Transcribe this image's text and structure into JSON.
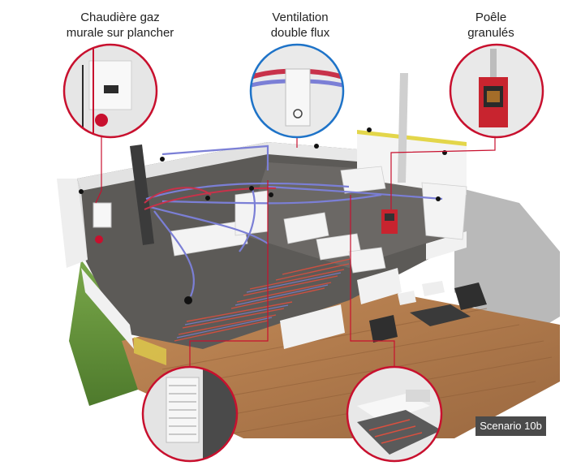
{
  "labels": {
    "boiler": [
      "Chaudière gaz",
      "murale sur plancher"
    ],
    "ventilation": [
      "Ventilation",
      "double flux"
    ],
    "stove": [
      "Poêle",
      "granulés"
    ]
  },
  "badge": "Scenario 10b",
  "colors": {
    "accent_red": "#c8102e",
    "air_duct_blue": "#7b7fd6",
    "floor_heating_red": "#d9503f",
    "wall_white": "#f1f1f1",
    "floor_gray": "#5c5a57",
    "deck_wood": "#b07a4c",
    "yellow_trim": "#e3d64a"
  }
}
